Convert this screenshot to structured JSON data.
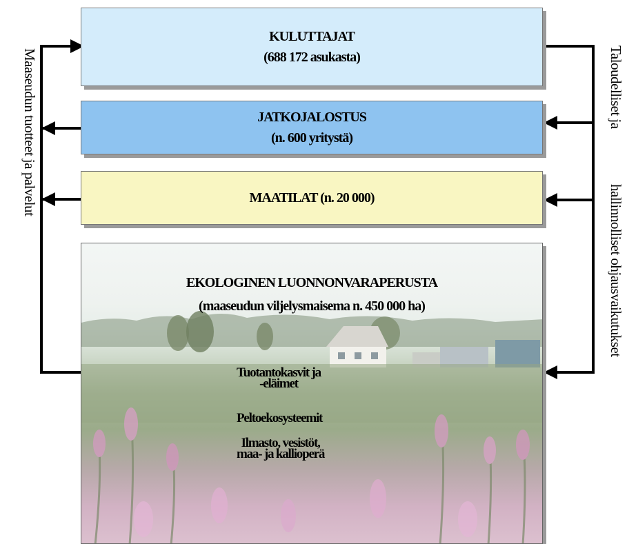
{
  "consumers": {
    "title": "KULUTTAJAT",
    "subtitle": "(688 172 asukasta)"
  },
  "processing": {
    "title": "JATKOJALOSTUS",
    "subtitle": "(n. 600 yritystä)"
  },
  "farms": {
    "title": "MAATILAT (n. 20 000)"
  },
  "ecology": {
    "title": "EKOLOGINEN LUONNONVARAPERUSTA",
    "subtitle": "(maaseudun viljelysmaisema n. 450 000 ha)",
    "items": [
      {
        "line1": "Tuotantokasvit ja",
        "line2": "-eläimet"
      },
      {
        "line1": "Peltoekosysteemit",
        "line2": ""
      },
      {
        "line1": "Ilmasto, vesistöt,",
        "line2": "maa- ja kallioperä"
      }
    ]
  },
  "left_label": "Maaseudun tuotteet ja palvelut",
  "right_label_1": "Taloudelliset ja",
  "right_label_2": "hallinnolliset ohjausvaikutukset",
  "colors": {
    "consumers_fill": "#d4ecfb",
    "processing_fill": "#8ec3f0",
    "farms_fill": "#f9f6c2",
    "arrow": "#000000"
  }
}
